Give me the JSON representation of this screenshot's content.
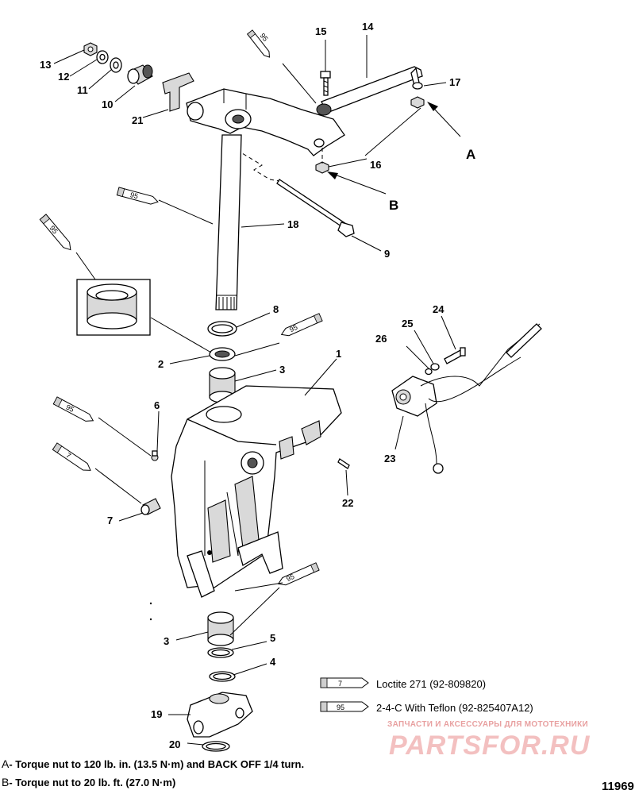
{
  "callouts": {
    "n1": "1",
    "n2": "2",
    "n3a": "3",
    "n3b": "3",
    "n4": "4",
    "n5": "5",
    "n6": "6",
    "n7": "7",
    "n8": "8",
    "n9": "9",
    "n10": "10",
    "n11": "11",
    "n12": "12",
    "n13": "13",
    "n14": "14",
    "n15": "15",
    "n16": "16",
    "n17": "17",
    "n18": "18",
    "n19": "19",
    "n20": "20",
    "n21": "21",
    "n22": "22",
    "n23": "23",
    "n24": "24",
    "n25": "25",
    "n26": "26"
  },
  "reference_letters": {
    "a": "A",
    "b": "B"
  },
  "lube_tubes": {
    "t1": "95",
    "t2": "95",
    "t3": "95",
    "t4": "95",
    "t5": "95",
    "t6": "7",
    "t7": "95"
  },
  "legend": {
    "item1_code": "7",
    "item1_text": "Loctite 271 (92-809820)",
    "item2_code": "95",
    "item2_text": "2-4-C  With Teflon (92-825407A12)"
  },
  "notes": {
    "a_letter": "A",
    "a_text": "- Torque nut to 120 lb. in. (13.5 N·m) and BACK OFF 1/4 turn.",
    "b_letter": "B",
    "b_text": "- Torque nut to 20 lb. ft. (27.0 N·m)"
  },
  "diagram_id": "11969",
  "watermark": {
    "line1": "ЗАПЧАСТИ И АКСЕССУАРЫ ДЛЯ МОТОТЕХНИКИ",
    "line2": "PARTSFOR.RU"
  }
}
